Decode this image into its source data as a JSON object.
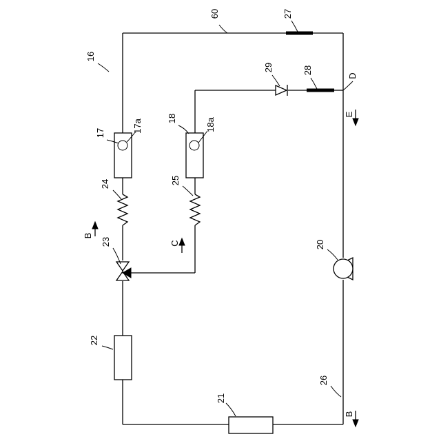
{
  "labels": {
    "unit": "16",
    "pipe_top": "60",
    "part_27": "27",
    "part_28": "28",
    "part_29": "29",
    "point_d": "D",
    "arrow_e": "E",
    "part_17": "17",
    "part_17a": "17a",
    "part_18": "18",
    "part_18a": "18a",
    "part_24": "24",
    "part_25": "25",
    "arrow_b_upper": "B",
    "arrow_c": "C",
    "part_23": "23",
    "part_20": "20",
    "part_22": "22",
    "part_26": "26",
    "part_21": "21",
    "arrow_b_lower": "B"
  }
}
